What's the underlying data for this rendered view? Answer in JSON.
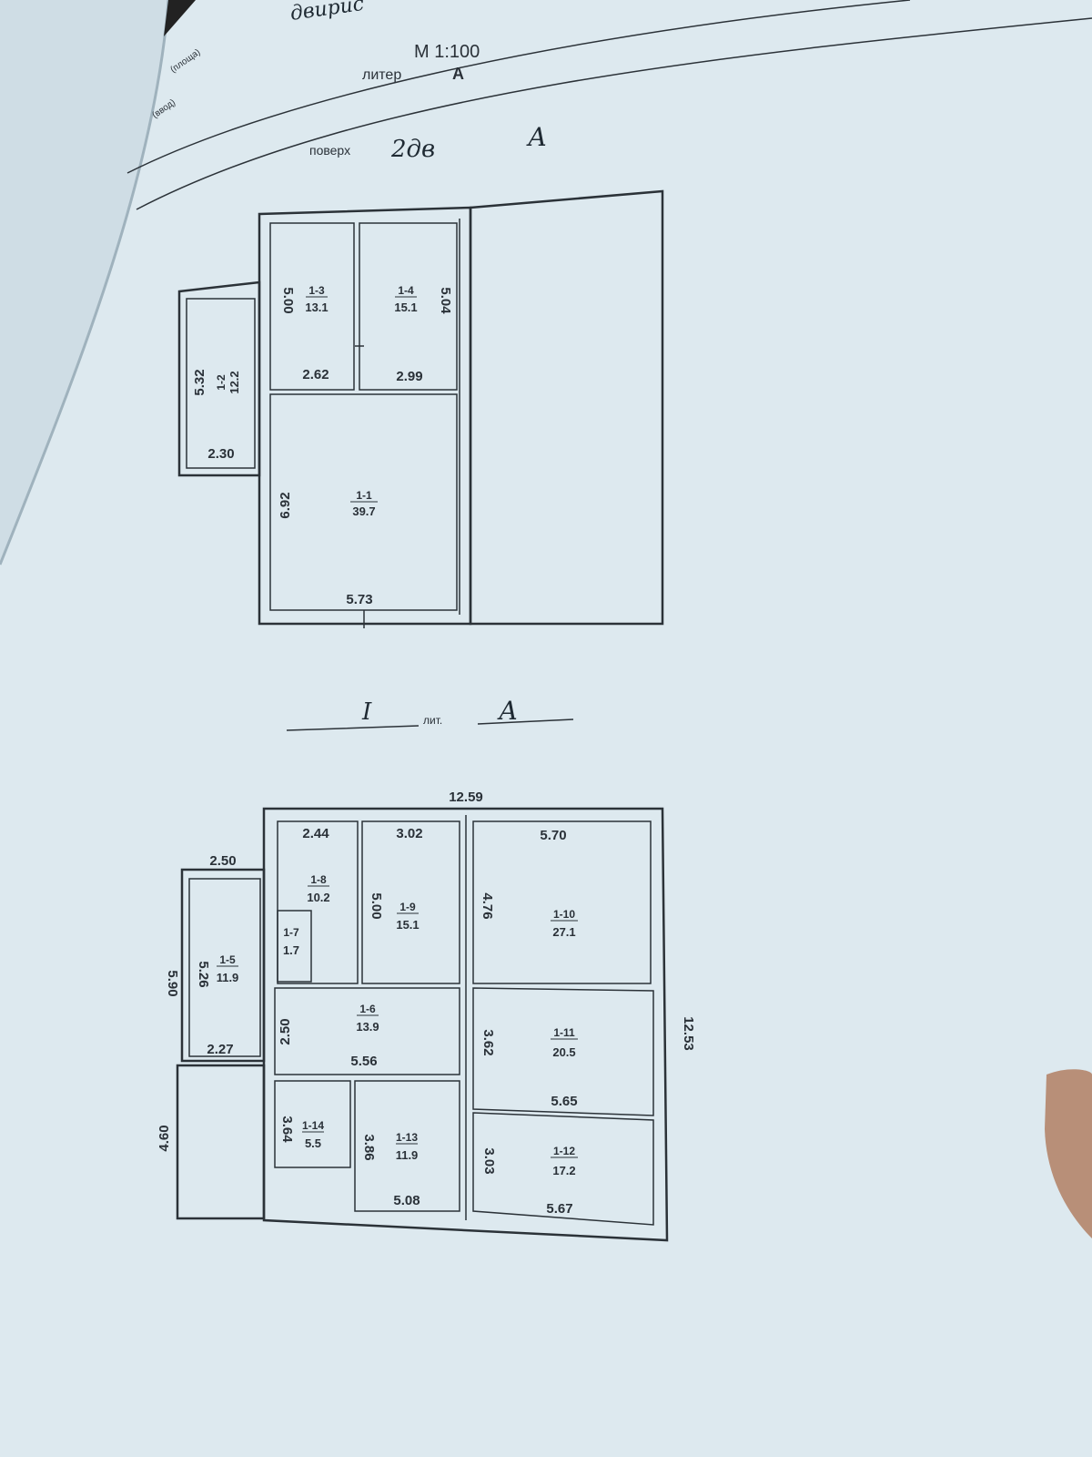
{
  "header": {
    "handwritten_top": "двирис",
    "form_label_1": "(площа)",
    "form_label_2": "(ввод)",
    "scale": "М 1:100",
    "liter_label": "литер",
    "liter_value": "А",
    "floor_label_prefix": "поверх",
    "floor_handwritten": "2дв",
    "floor_liter": "А"
  },
  "upper_plan": {
    "rooms": [
      {
        "id": "1-1",
        "area": "39.7",
        "width": "5.73",
        "length": "6.92"
      },
      {
        "id": "1-2",
        "area": "12.2",
        "width": "2.30",
        "length": "5.32"
      },
      {
        "id": "1-3",
        "area": "13.1",
        "width": "2.62",
        "length": "5.00"
      },
      {
        "id": "1-4",
        "area": "15.1",
        "width": "2.99",
        "length": "5.04"
      }
    ]
  },
  "ground_label": {
    "floor": "I",
    "liter_label": "лит.",
    "liter": "А"
  },
  "ground_plan": {
    "overall_width": "12.59",
    "overall_length": "12.53",
    "annex_width": "2.50",
    "annex_length": "5.90",
    "lower_annex_length": "4.60",
    "rooms": [
      {
        "id": "1-5",
        "area": "11.9",
        "width": "2.27",
        "length": "5.26"
      },
      {
        "id": "1-6",
        "area": "13.9",
        "width": "5.56",
        "length": "2.50"
      },
      {
        "id": "1-7",
        "area": "1.7"
      },
      {
        "id": "1-8",
        "area": "10.2",
        "width": "2.44"
      },
      {
        "id": "1-9",
        "area": "15.1",
        "width": "3.02",
        "length": "5.00"
      },
      {
        "id": "1-10",
        "area": "27.1",
        "width": "5.70",
        "length": "4.76"
      },
      {
        "id": "1-11",
        "area": "20.5",
        "width": "5.65",
        "length": "3.62"
      },
      {
        "id": "1-12",
        "area": "17.2",
        "width": "5.67",
        "length": "3.03"
      },
      {
        "id": "1-13",
        "area": "11.9",
        "width": "5.08",
        "length": "3.86"
      },
      {
        "id": "1-14",
        "area": "5.5",
        "length": "3.64"
      }
    ]
  }
}
